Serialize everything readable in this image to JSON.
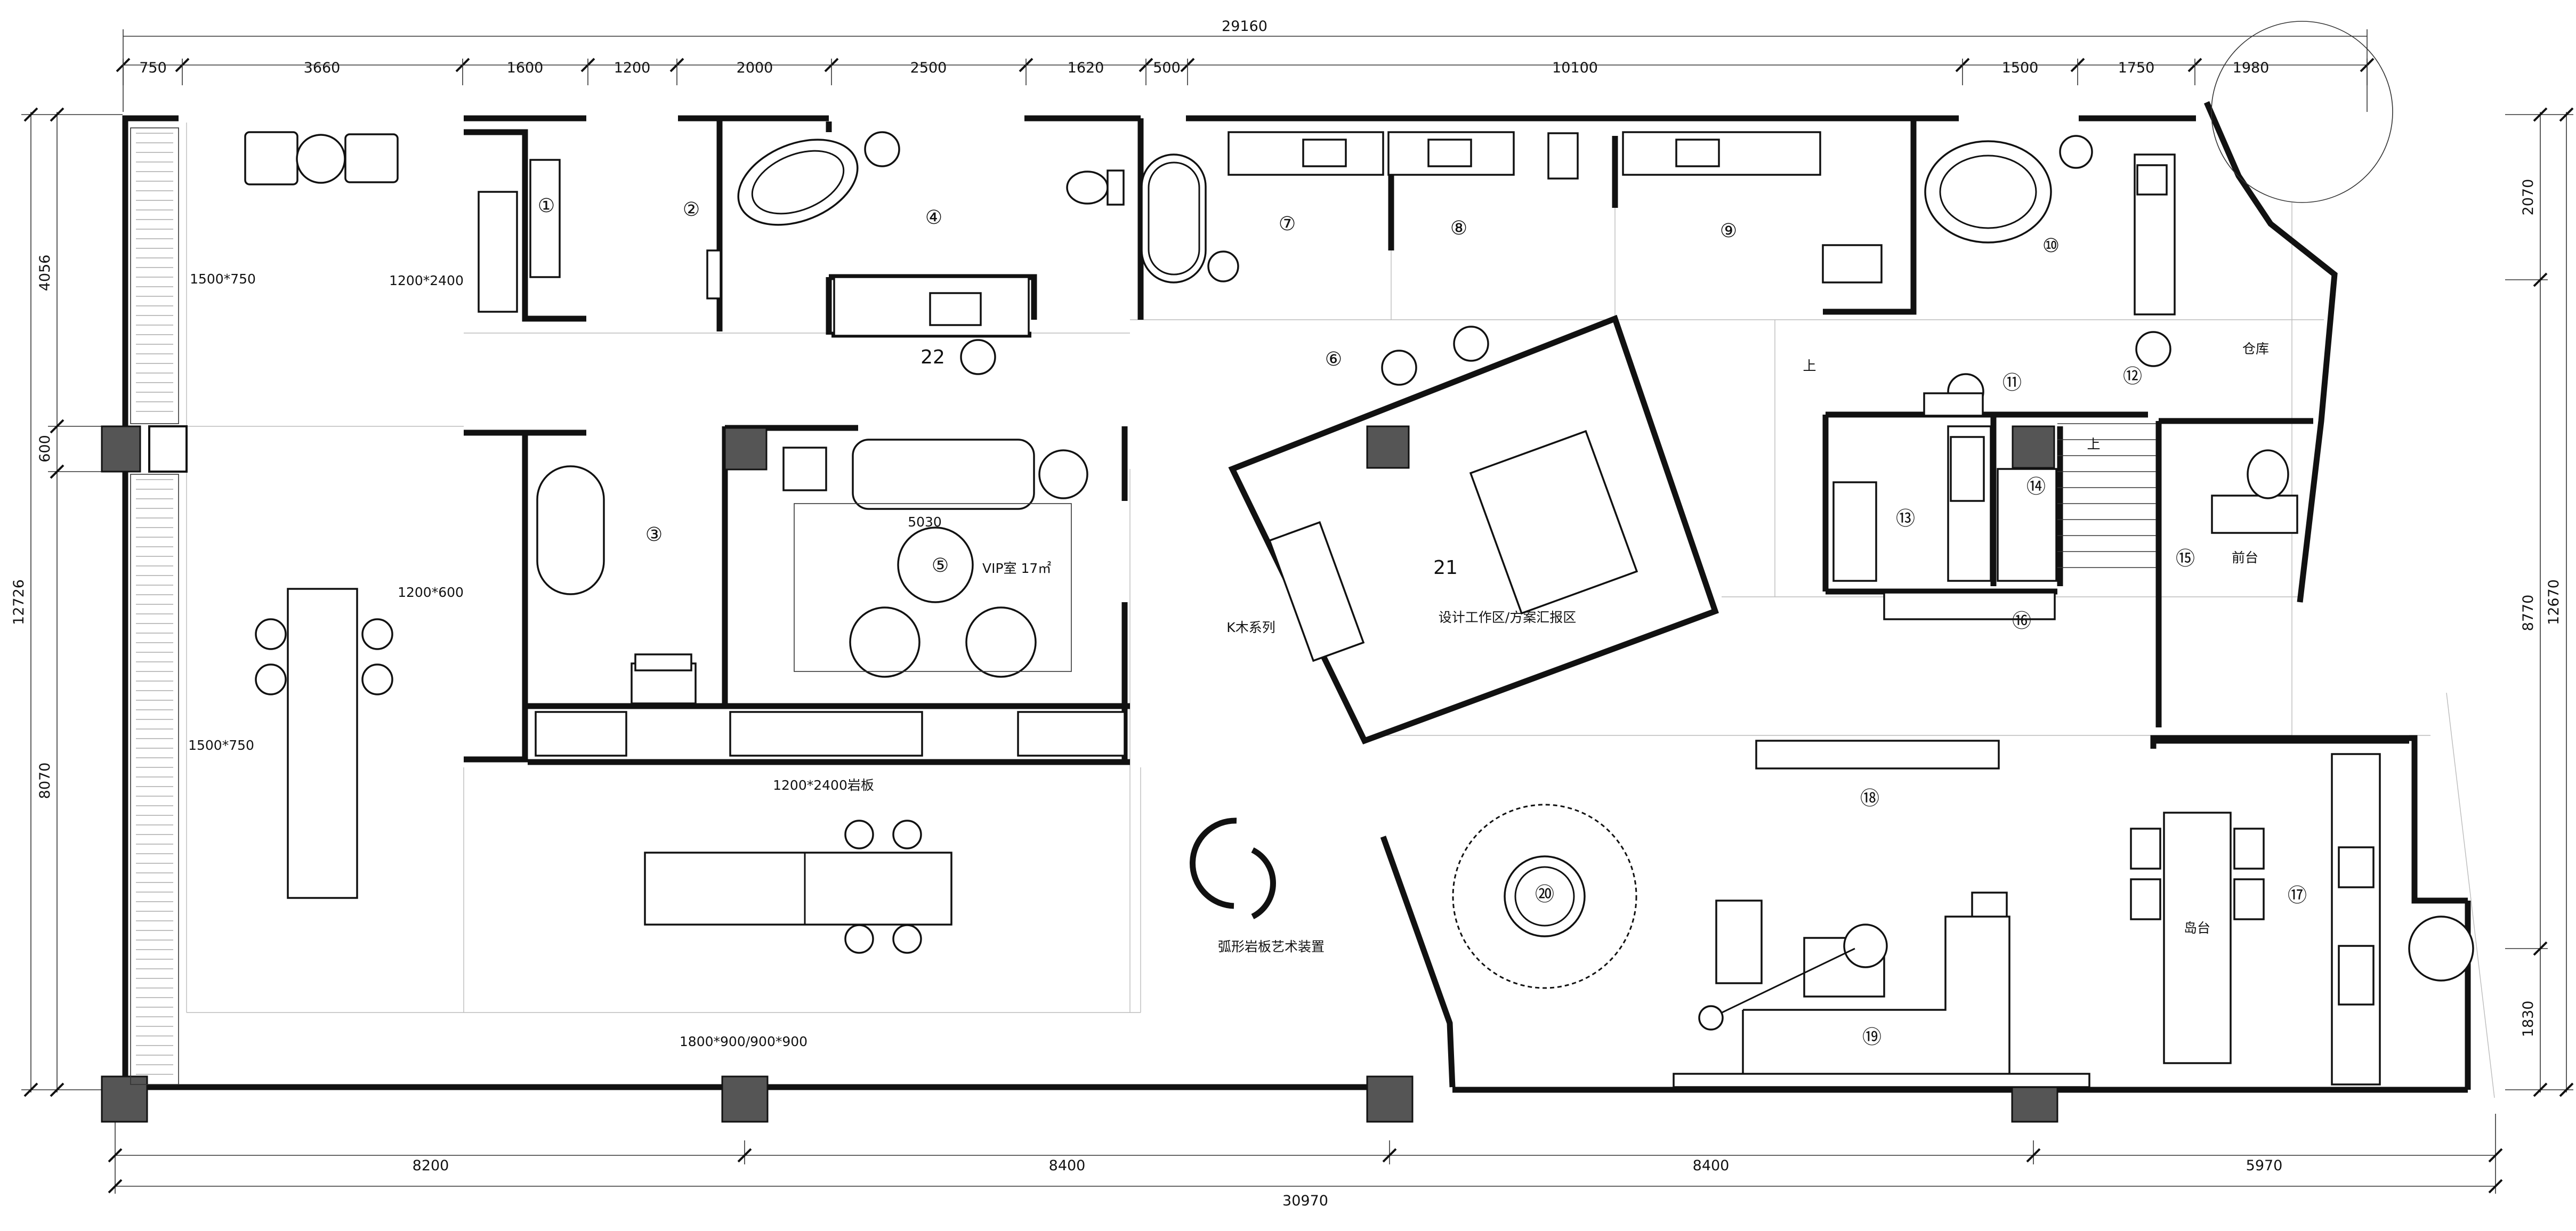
{
  "dims": {
    "top_total": "29160",
    "top": [
      "750",
      "3660",
      "1600",
      "1200",
      "2000",
      "2500",
      "1620",
      "500",
      "10100",
      "1500",
      "1750",
      "1980"
    ],
    "bottom": [
      "8200",
      "8400",
      "8400",
      "5970"
    ],
    "bottom_total": "30970",
    "left_total": "12726",
    "left_upper": [
      "4056",
      "600"
    ],
    "left_lower": "8070",
    "right": [
      "2070",
      "8770",
      "1830"
    ],
    "right_total": "12670"
  },
  "rooms": [
    "①",
    "②",
    "③",
    "④",
    "⑤",
    "⑥",
    "⑦",
    "⑧",
    "⑨",
    "⑩",
    "⑪",
    "⑫",
    "⑬",
    "⑭",
    "⑮",
    "⑯",
    "⑰",
    "⑱",
    "⑲",
    "⑳",
    "21",
    "22"
  ],
  "labels": {
    "tile_1500_750_a": "1500*750",
    "tile_1200_2400": "1200*2400",
    "tile_1200_600": "1200*600",
    "tile_1500_750_b": "1500*750",
    "slab": "1200*2400岩板",
    "floor": "1800*900/900*900",
    "vip": "VIP室  17㎡",
    "vip_dim": "5030",
    "kwood": "K木系列",
    "design": "设计工作区/方案汇报区",
    "art": "弧形岩板艺术装置",
    "storage": "仓库",
    "reception": "前台",
    "island": "岛台",
    "up_a": "上",
    "up_b": "上"
  }
}
